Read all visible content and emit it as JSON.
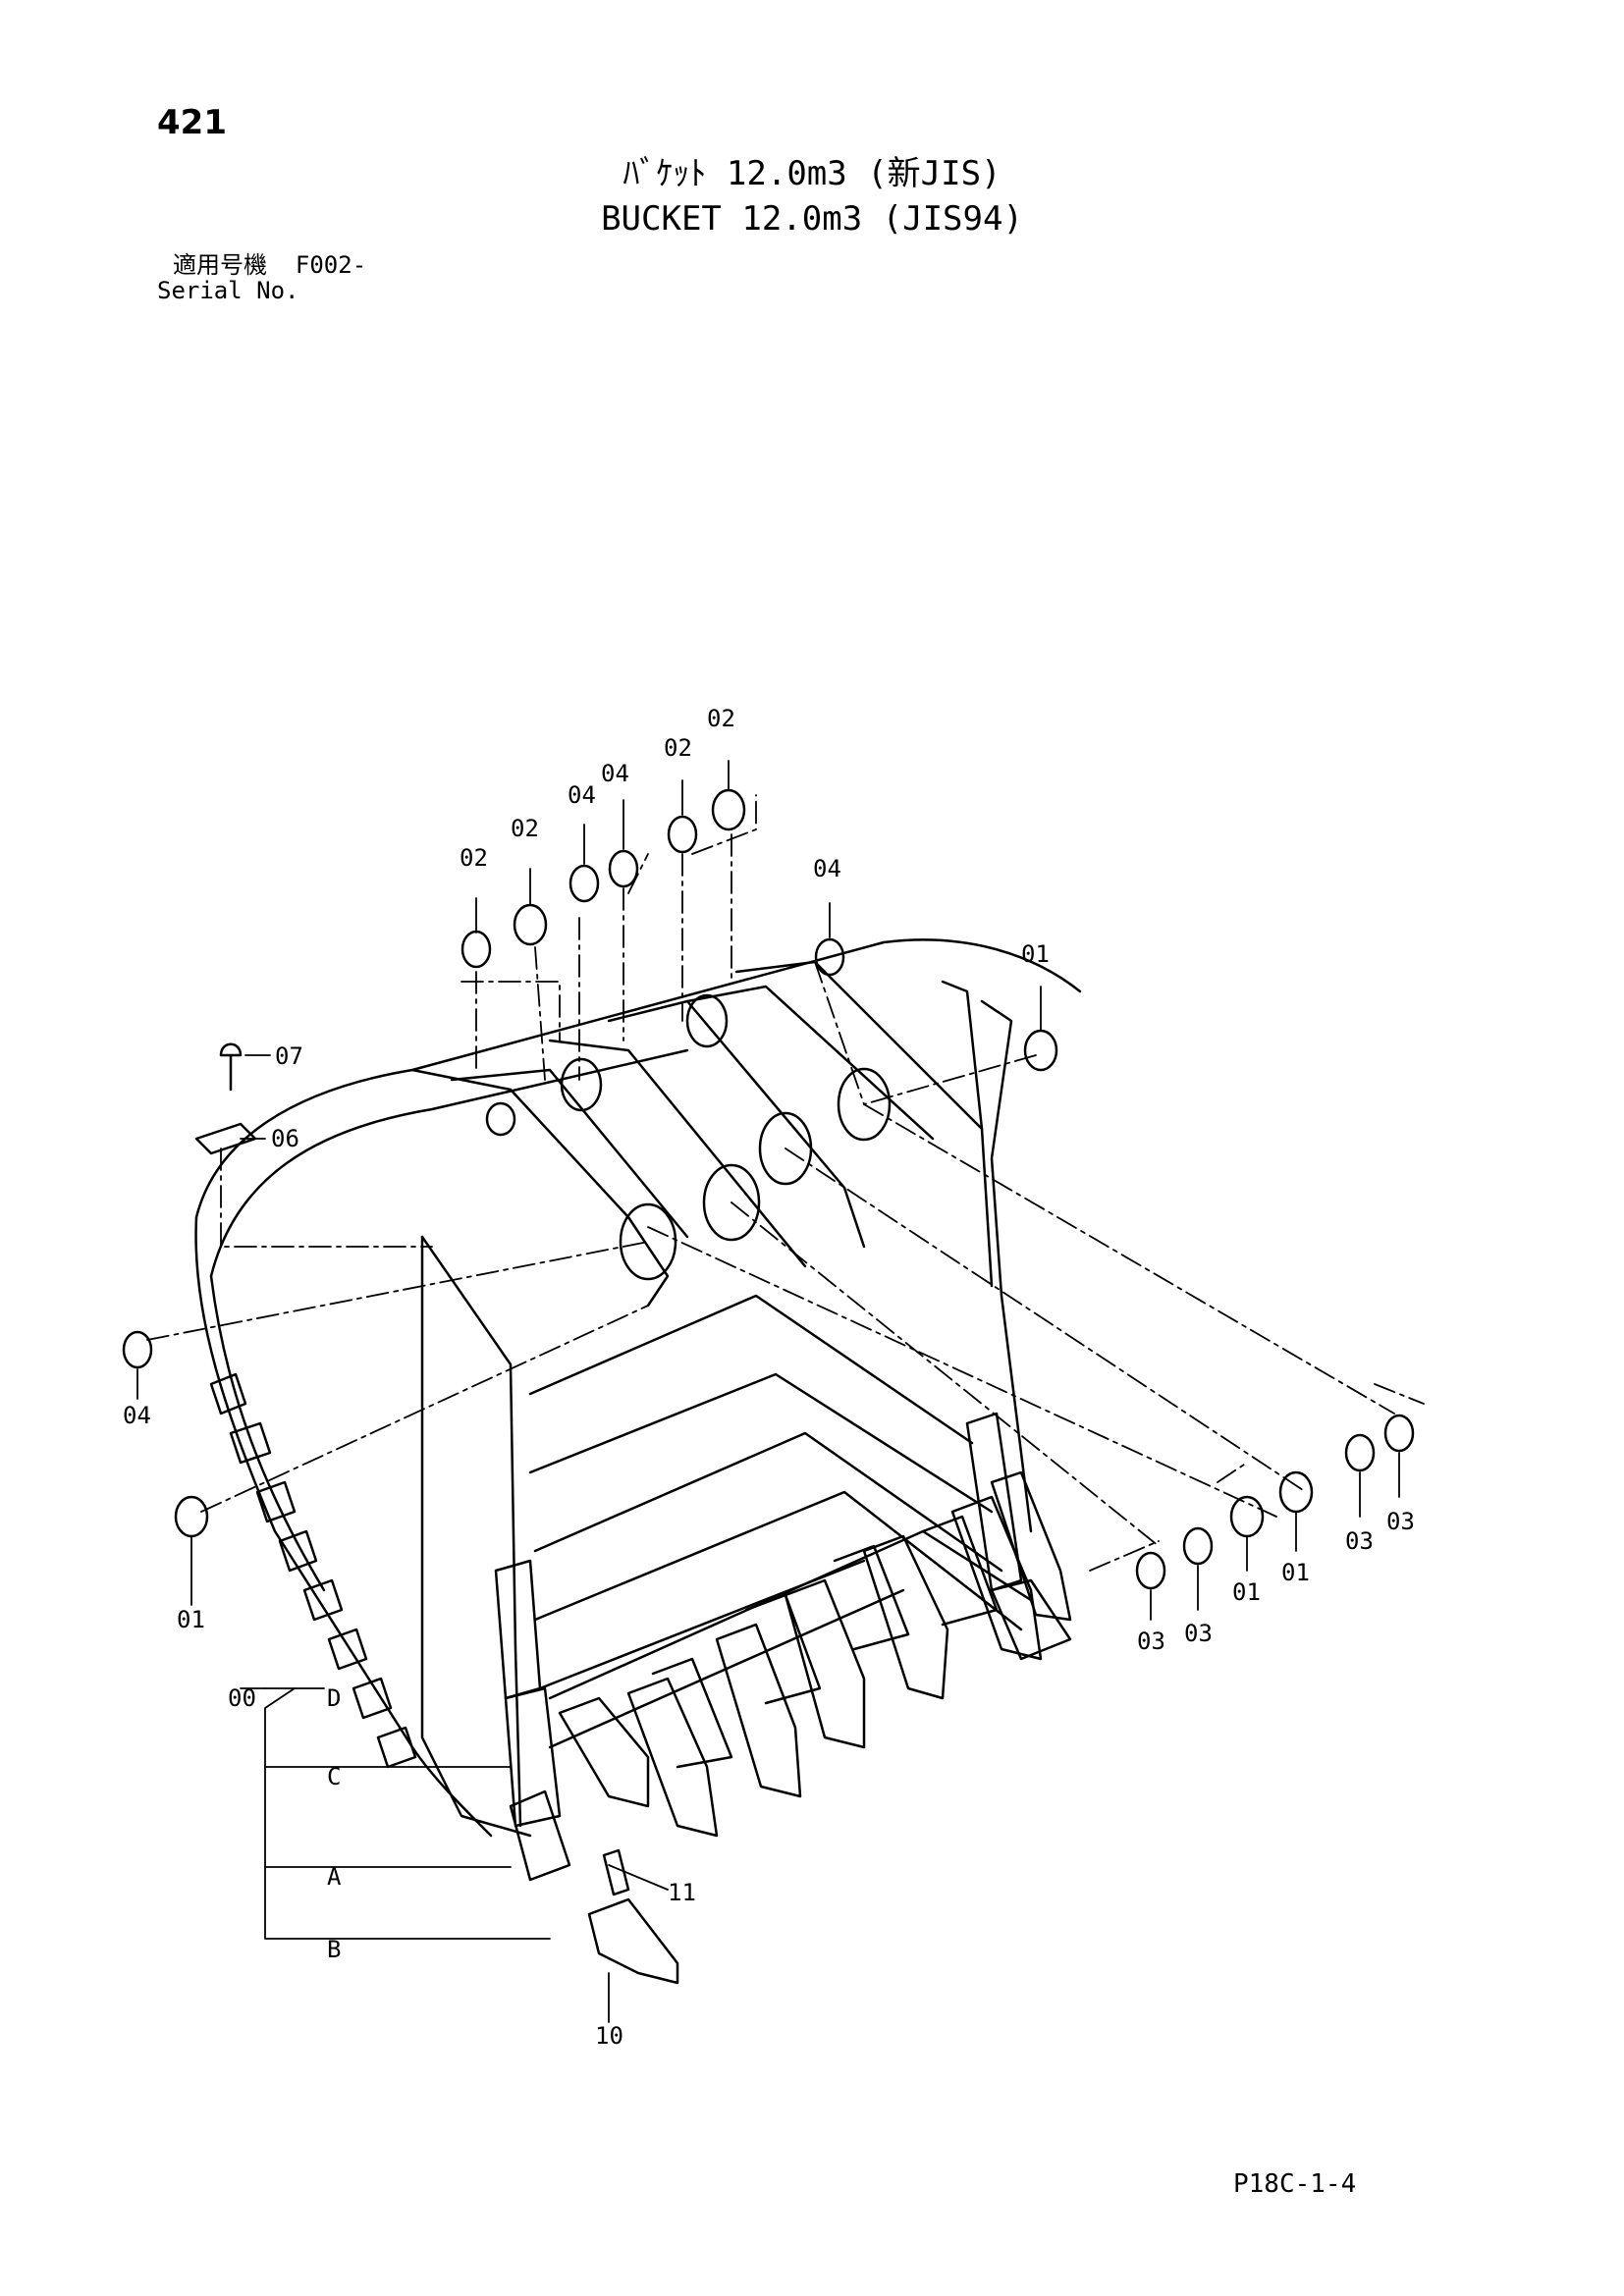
{
  "page_number": "421",
  "title_jp": "ﾊﾞｹｯﾄ 12.0m3 (新JIS)",
  "title_en": "BUCKET 12.0m3 (JIS94)",
  "serial": {
    "label_jp": "適用号機",
    "value": "F002-",
    "label_en": "Serial No."
  },
  "drawing_code": "P18C-1-4",
  "callouts": {
    "c00": "00",
    "c01a": "01",
    "c01b": "01",
    "c01c": "01",
    "c01d": "01",
    "c02a": "02",
    "c02b": "02",
    "c02c": "02",
    "c02d": "02",
    "c03a": "03",
    "c03b": "03",
    "c03c": "03",
    "c03d": "03",
    "c04a": "04",
    "c04b": "04",
    "c04c": "04",
    "c04d": "04",
    "c06": "06",
    "c07": "07",
    "c10": "10",
    "c11": "11",
    "cA": "A",
    "cB": "B",
    "cC": "C",
    "cD": "D"
  }
}
